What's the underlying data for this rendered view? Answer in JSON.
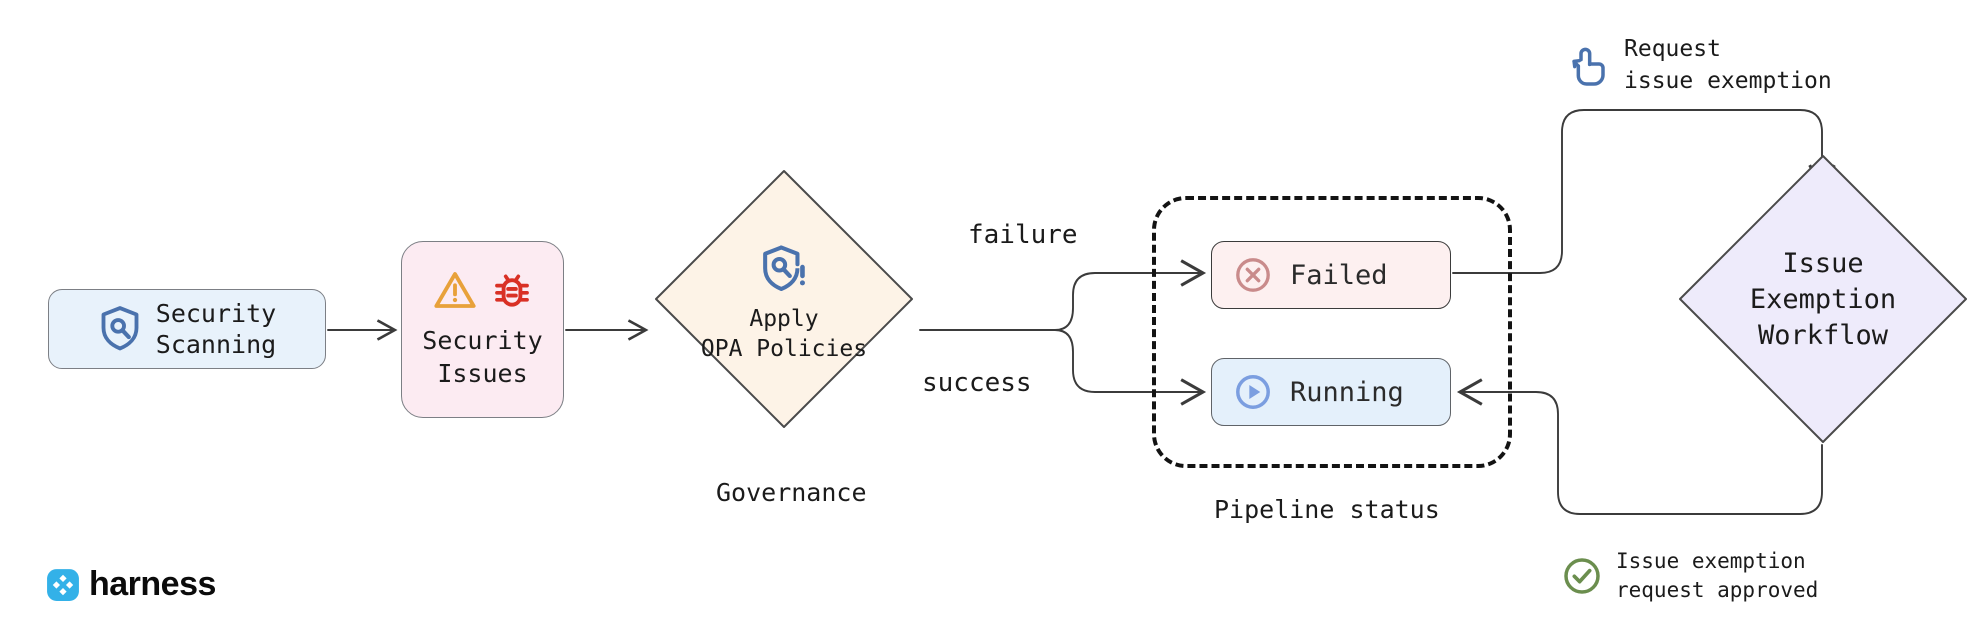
{
  "diagram": {
    "title": "Security scanning governance and issue exemption workflow",
    "background": "#ffffff"
  },
  "nodes": {
    "security_scanning": {
      "label": "Security\nScanning",
      "icon": "shield-search-icon",
      "fill": "#e8f2fb",
      "stroke": "#7c7f85"
    },
    "security_issues": {
      "label": "Security\nIssues",
      "icons": [
        "warning-triangle-icon",
        "bug-icon"
      ],
      "fill": "#fcebf2",
      "stroke": "#7c7f85",
      "warning_color": "#e8a13a",
      "bug_color": "#d93025"
    },
    "governance": {
      "label": "Apply\nOPA Policies",
      "caption": "Governance",
      "icon": "shield-alert-icon",
      "fill": "#fdf3e7",
      "stroke": "#4a4a4a",
      "icon_color": "#4a72ad"
    },
    "failed": {
      "label": "Failed",
      "icon": "x-circle-icon",
      "fill": "#fdf0f0",
      "stroke": "#3b3b3b",
      "icon_color": "#c98b8b"
    },
    "running": {
      "label": "Running",
      "icon": "play-circle-icon",
      "fill": "#e4f0fb",
      "stroke": "#5f6368",
      "icon_color": "#7b9ee0"
    },
    "pipeline_group": {
      "caption": "Pipeline status",
      "stroke": "#131313",
      "style": "dashed"
    },
    "exemption_workflow": {
      "label": "Issue\nExemption\nWorkflow",
      "fill": "#eeebfb",
      "stroke": "#4a4a4a"
    }
  },
  "edges": {
    "failure_label": "failure",
    "success_label": "success"
  },
  "annotations": {
    "request": {
      "line1": "Request",
      "line2": "issue exemption",
      "icon": "click-hand-icon",
      "icon_color": "#4a72ad"
    },
    "approved": {
      "line1": "Issue exemption",
      "line2": "request approved",
      "icon": "check-circle-icon",
      "icon_color": "#6b8e4e"
    }
  },
  "branding": {
    "wordmark": "harness",
    "logo_icon": "harness-logo-icon",
    "logo_color": "#33b1e8"
  }
}
